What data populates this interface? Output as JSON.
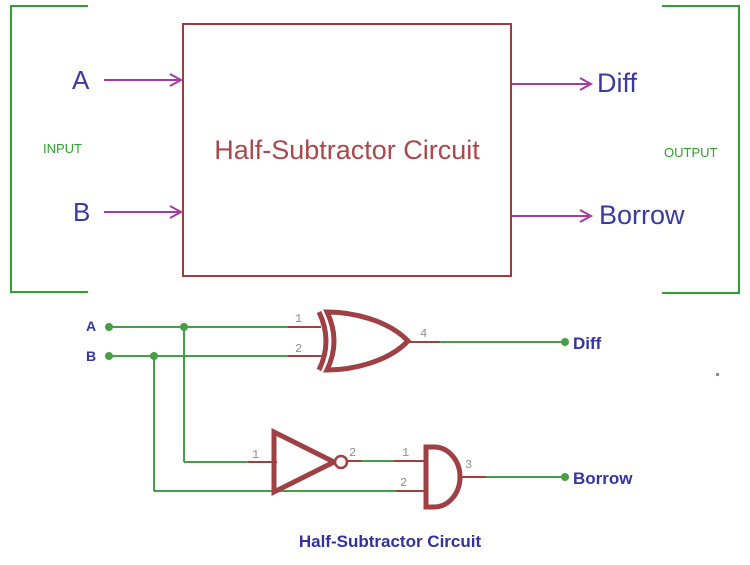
{
  "block_diagram": {
    "box_title": "Half-Subtractor Circuit",
    "input_group_label": "INPUT",
    "output_group_label": "OUTPUT",
    "input_a": "A",
    "input_b": "B",
    "output_diff": "Diff",
    "output_borrow": "Borrow"
  },
  "schematic": {
    "input_a": "A",
    "input_b": "B",
    "output_diff": "Diff",
    "output_borrow": "Borrow",
    "xor_gate": {
      "name": "xor-gate",
      "pin_in1": "1",
      "pin_in2": "2",
      "pin_out": "4"
    },
    "not_gate": {
      "name": "not-gate",
      "pin_in": "1",
      "pin_out": "2"
    },
    "and_gate": {
      "name": "and-gate",
      "pin_in1": "1",
      "pin_in2": "2",
      "pin_out": "3"
    }
  },
  "caption": "Half-Subtractor Circuit",
  "colors": {
    "bracket_green": "#2da32d",
    "wire_green": "#44a044",
    "gate_red": "#9e4044",
    "box_red": "#a03c40",
    "title_red": "#ad474b",
    "label_blue": "#3a3aa2",
    "label_blue_dark": "#3434a4",
    "arrow_magenta": "#a53ca5",
    "pin_gray": "#8f8f8f",
    "caption_blue": "#32329e"
  }
}
